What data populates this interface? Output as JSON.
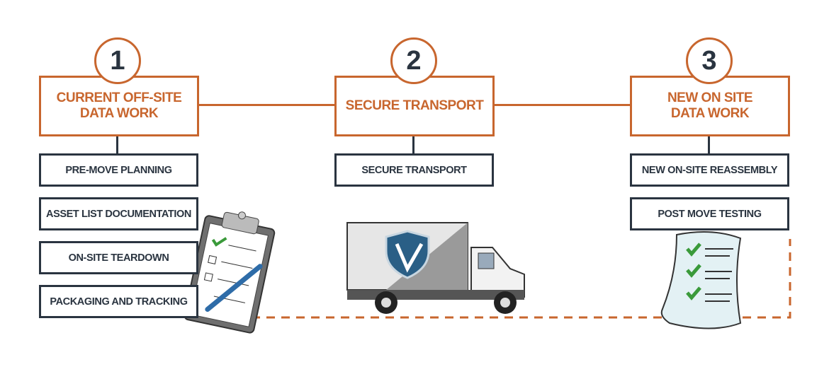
{
  "steps": [
    {
      "number": "1",
      "title": "CURRENT OFF-SITE\nDATA WORK",
      "tasks": [
        "PRE-MOVE PLANNING",
        "ASSET LIST DOCUMENTATION",
        "ON-SITE TEARDOWN",
        "PACKAGING AND TRACKING"
      ],
      "illustration": "clipboard-checklist"
    },
    {
      "number": "2",
      "title": "SECURE TRANSPORT",
      "tasks": [
        "SECURE TRANSPORT"
      ],
      "illustration": "box-truck"
    },
    {
      "number": "3",
      "title": "NEW ON SITE\nDATA WORK",
      "tasks": [
        "NEW ON-SITE REASSEMBLY",
        "POST MOVE TESTING"
      ],
      "illustration": "checklist-paper"
    }
  ],
  "colors": {
    "accent": "#c8662e",
    "dark": "#2a3440"
  }
}
